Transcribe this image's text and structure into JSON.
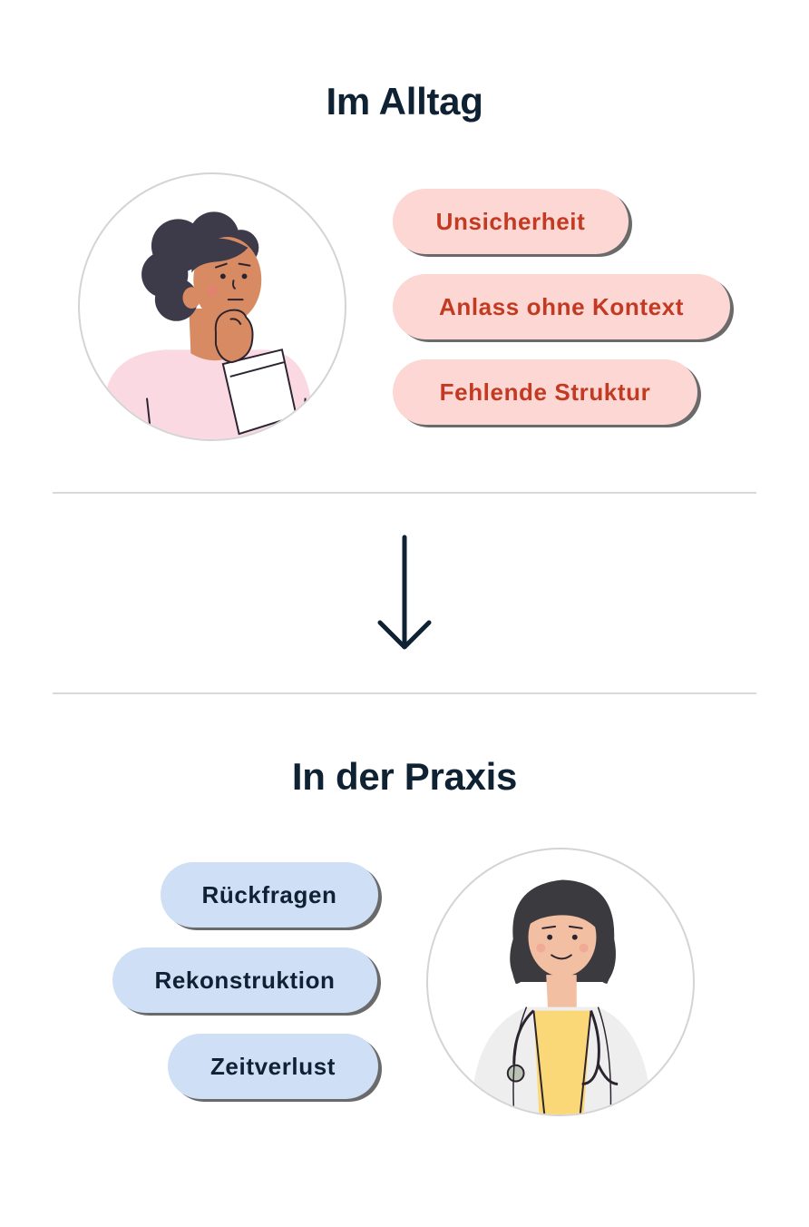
{
  "top": {
    "title": "Im Alltag",
    "chips": [
      "Unsicherheit",
      "Anlass ohne Kontext",
      "Fehlende Struktur"
    ],
    "chip_color": "#fcd7d4",
    "chip_text_color": "#c23a22",
    "illustration": "thinking-patient-icon"
  },
  "transition": {
    "icon": "arrow-down-icon"
  },
  "bottom": {
    "title": "In der Praxis",
    "chips": [
      "Rückfragen",
      "Rekonstruktion",
      "Zeitverlust"
    ],
    "chip_color": "#cfdff5",
    "chip_text_color": "#0f2233",
    "illustration": "doctor-icon"
  },
  "colors": {
    "title": "#0f2233",
    "divider": "#d9d9d9",
    "chip_shadow": "#6a6a6a"
  }
}
